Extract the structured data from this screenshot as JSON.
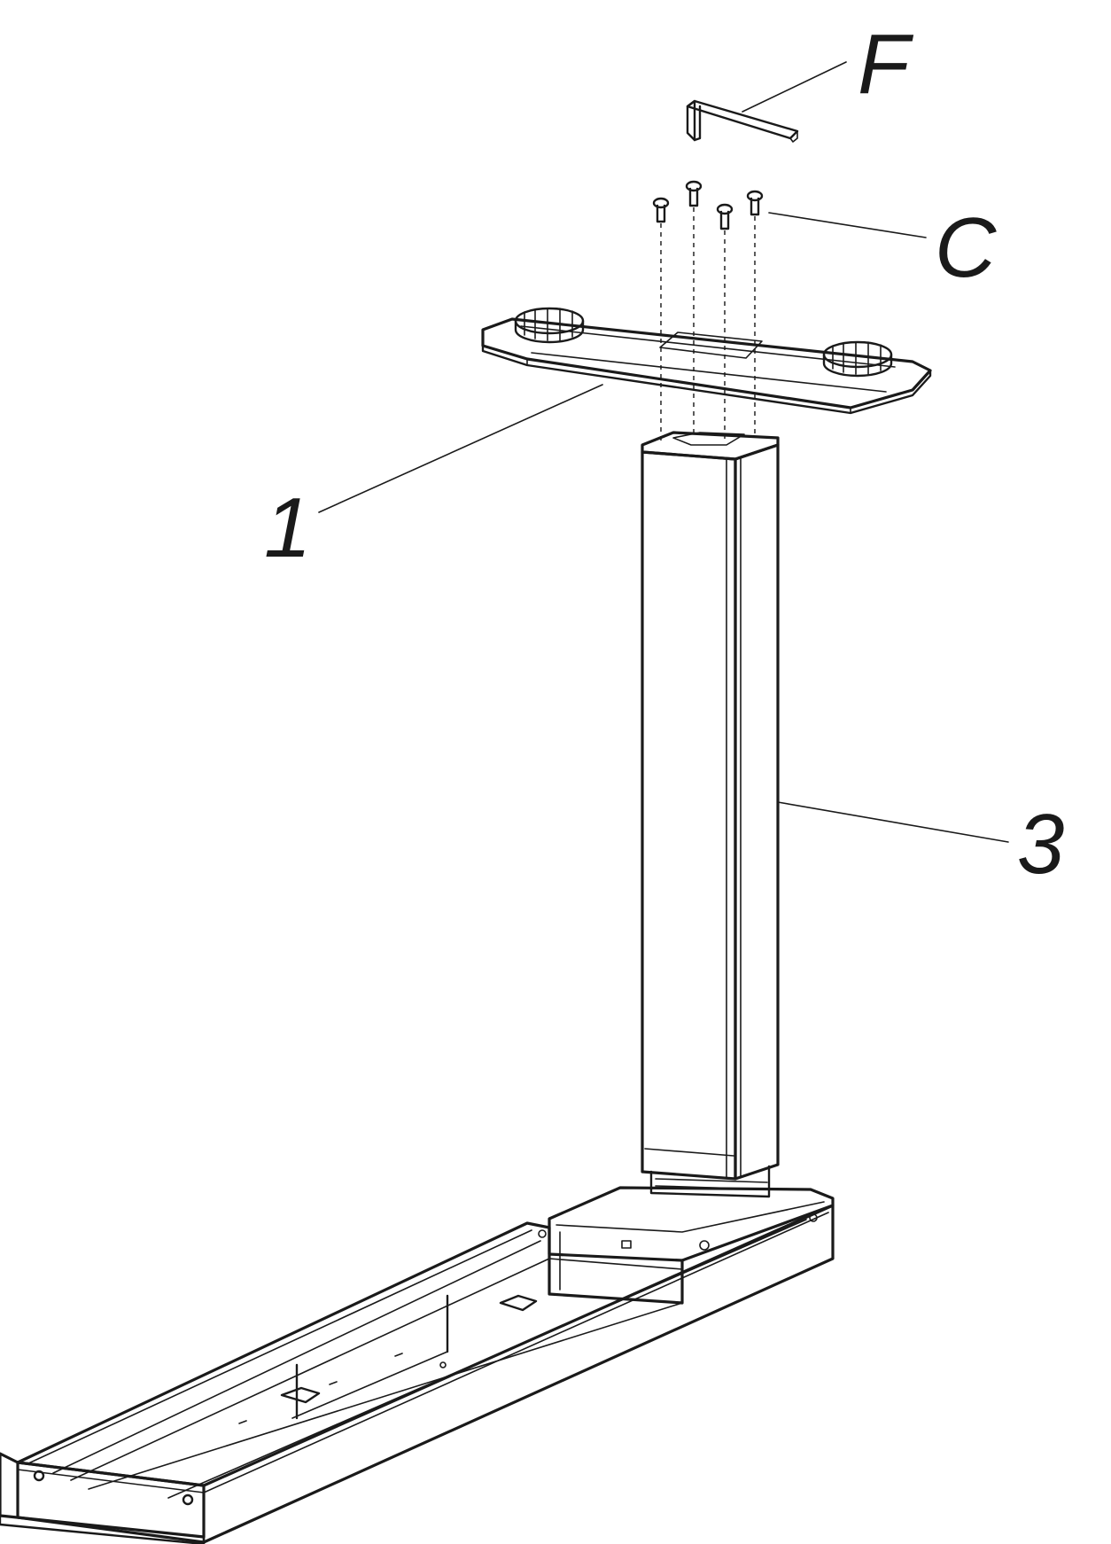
{
  "callouts": {
    "f": "F",
    "c": "C",
    "one": "1",
    "three": "3"
  },
  "colors": {
    "ink": "#1a1a1a",
    "fill": "#ffffff",
    "shade": "#e8e8e8"
  }
}
